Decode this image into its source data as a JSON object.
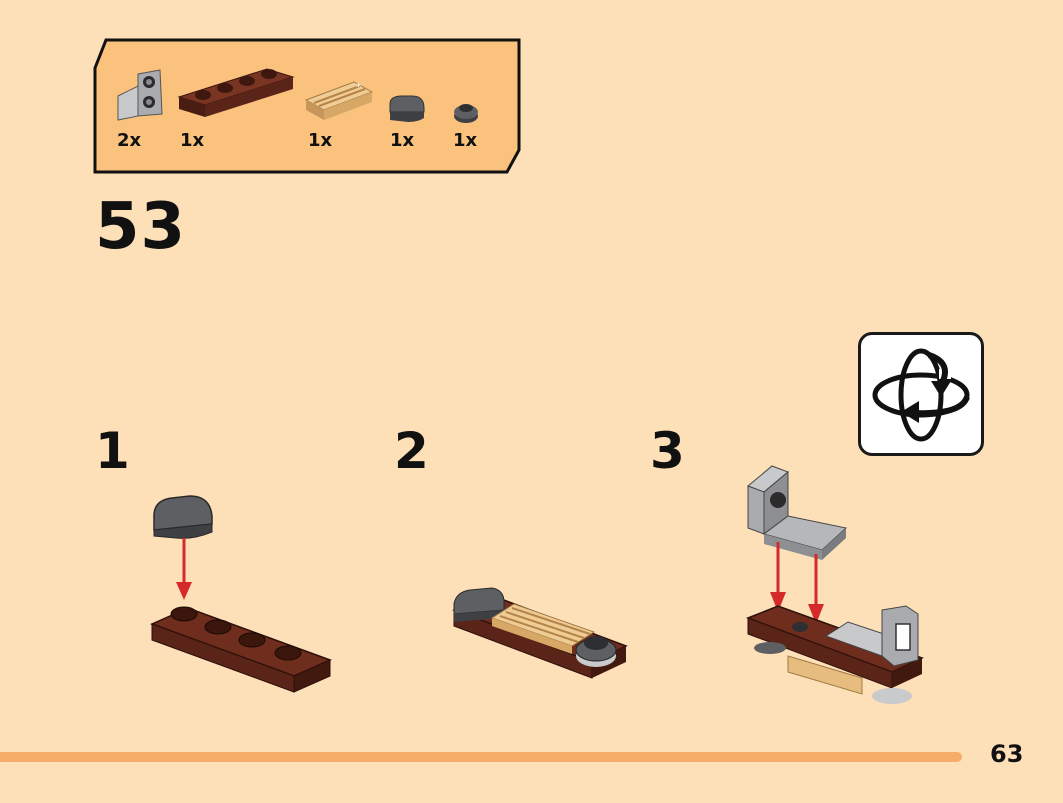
{
  "parts_list": {
    "items": [
      {
        "part": "grey-bracket-piece",
        "qty": "2x"
      },
      {
        "part": "brown-plate-1x4",
        "qty": "1x"
      },
      {
        "part": "tan-grille-tile",
        "qty": "1x"
      },
      {
        "part": "dark-grey-rounded-tile",
        "qty": "1x"
      },
      {
        "part": "dark-grey-round-plate",
        "qty": "1x"
      }
    ]
  },
  "step": {
    "number": "53"
  },
  "substeps": [
    {
      "label": "1"
    },
    {
      "label": "2"
    },
    {
      "label": "3"
    }
  ],
  "rotate_indicator": {
    "icon": "rotate-model-icon"
  },
  "page": {
    "number": "63"
  },
  "colors": {
    "background": "#fde0b8",
    "parts_box": "#fbc27e",
    "brown": "#5a2418",
    "tan": "#e7bd7f",
    "dark_grey": "#5d5f63",
    "light_grey": "#a9abae",
    "arrow_red": "#d42a2a",
    "bar_orange": "#f6ad6a"
  }
}
